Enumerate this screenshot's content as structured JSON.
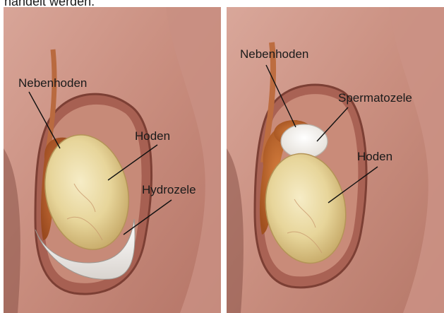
{
  "header_fragment": "handelt werden.",
  "left_panel": {
    "labels": {
      "epididymis": "Nebenhoden",
      "testis": "Hoden",
      "hydrocele": "Hydrozele"
    }
  },
  "right_panel": {
    "labels": {
      "epididymis": "Nebenhoden",
      "spermatocele": "Spermatozele",
      "testis": "Hoden"
    }
  }
}
